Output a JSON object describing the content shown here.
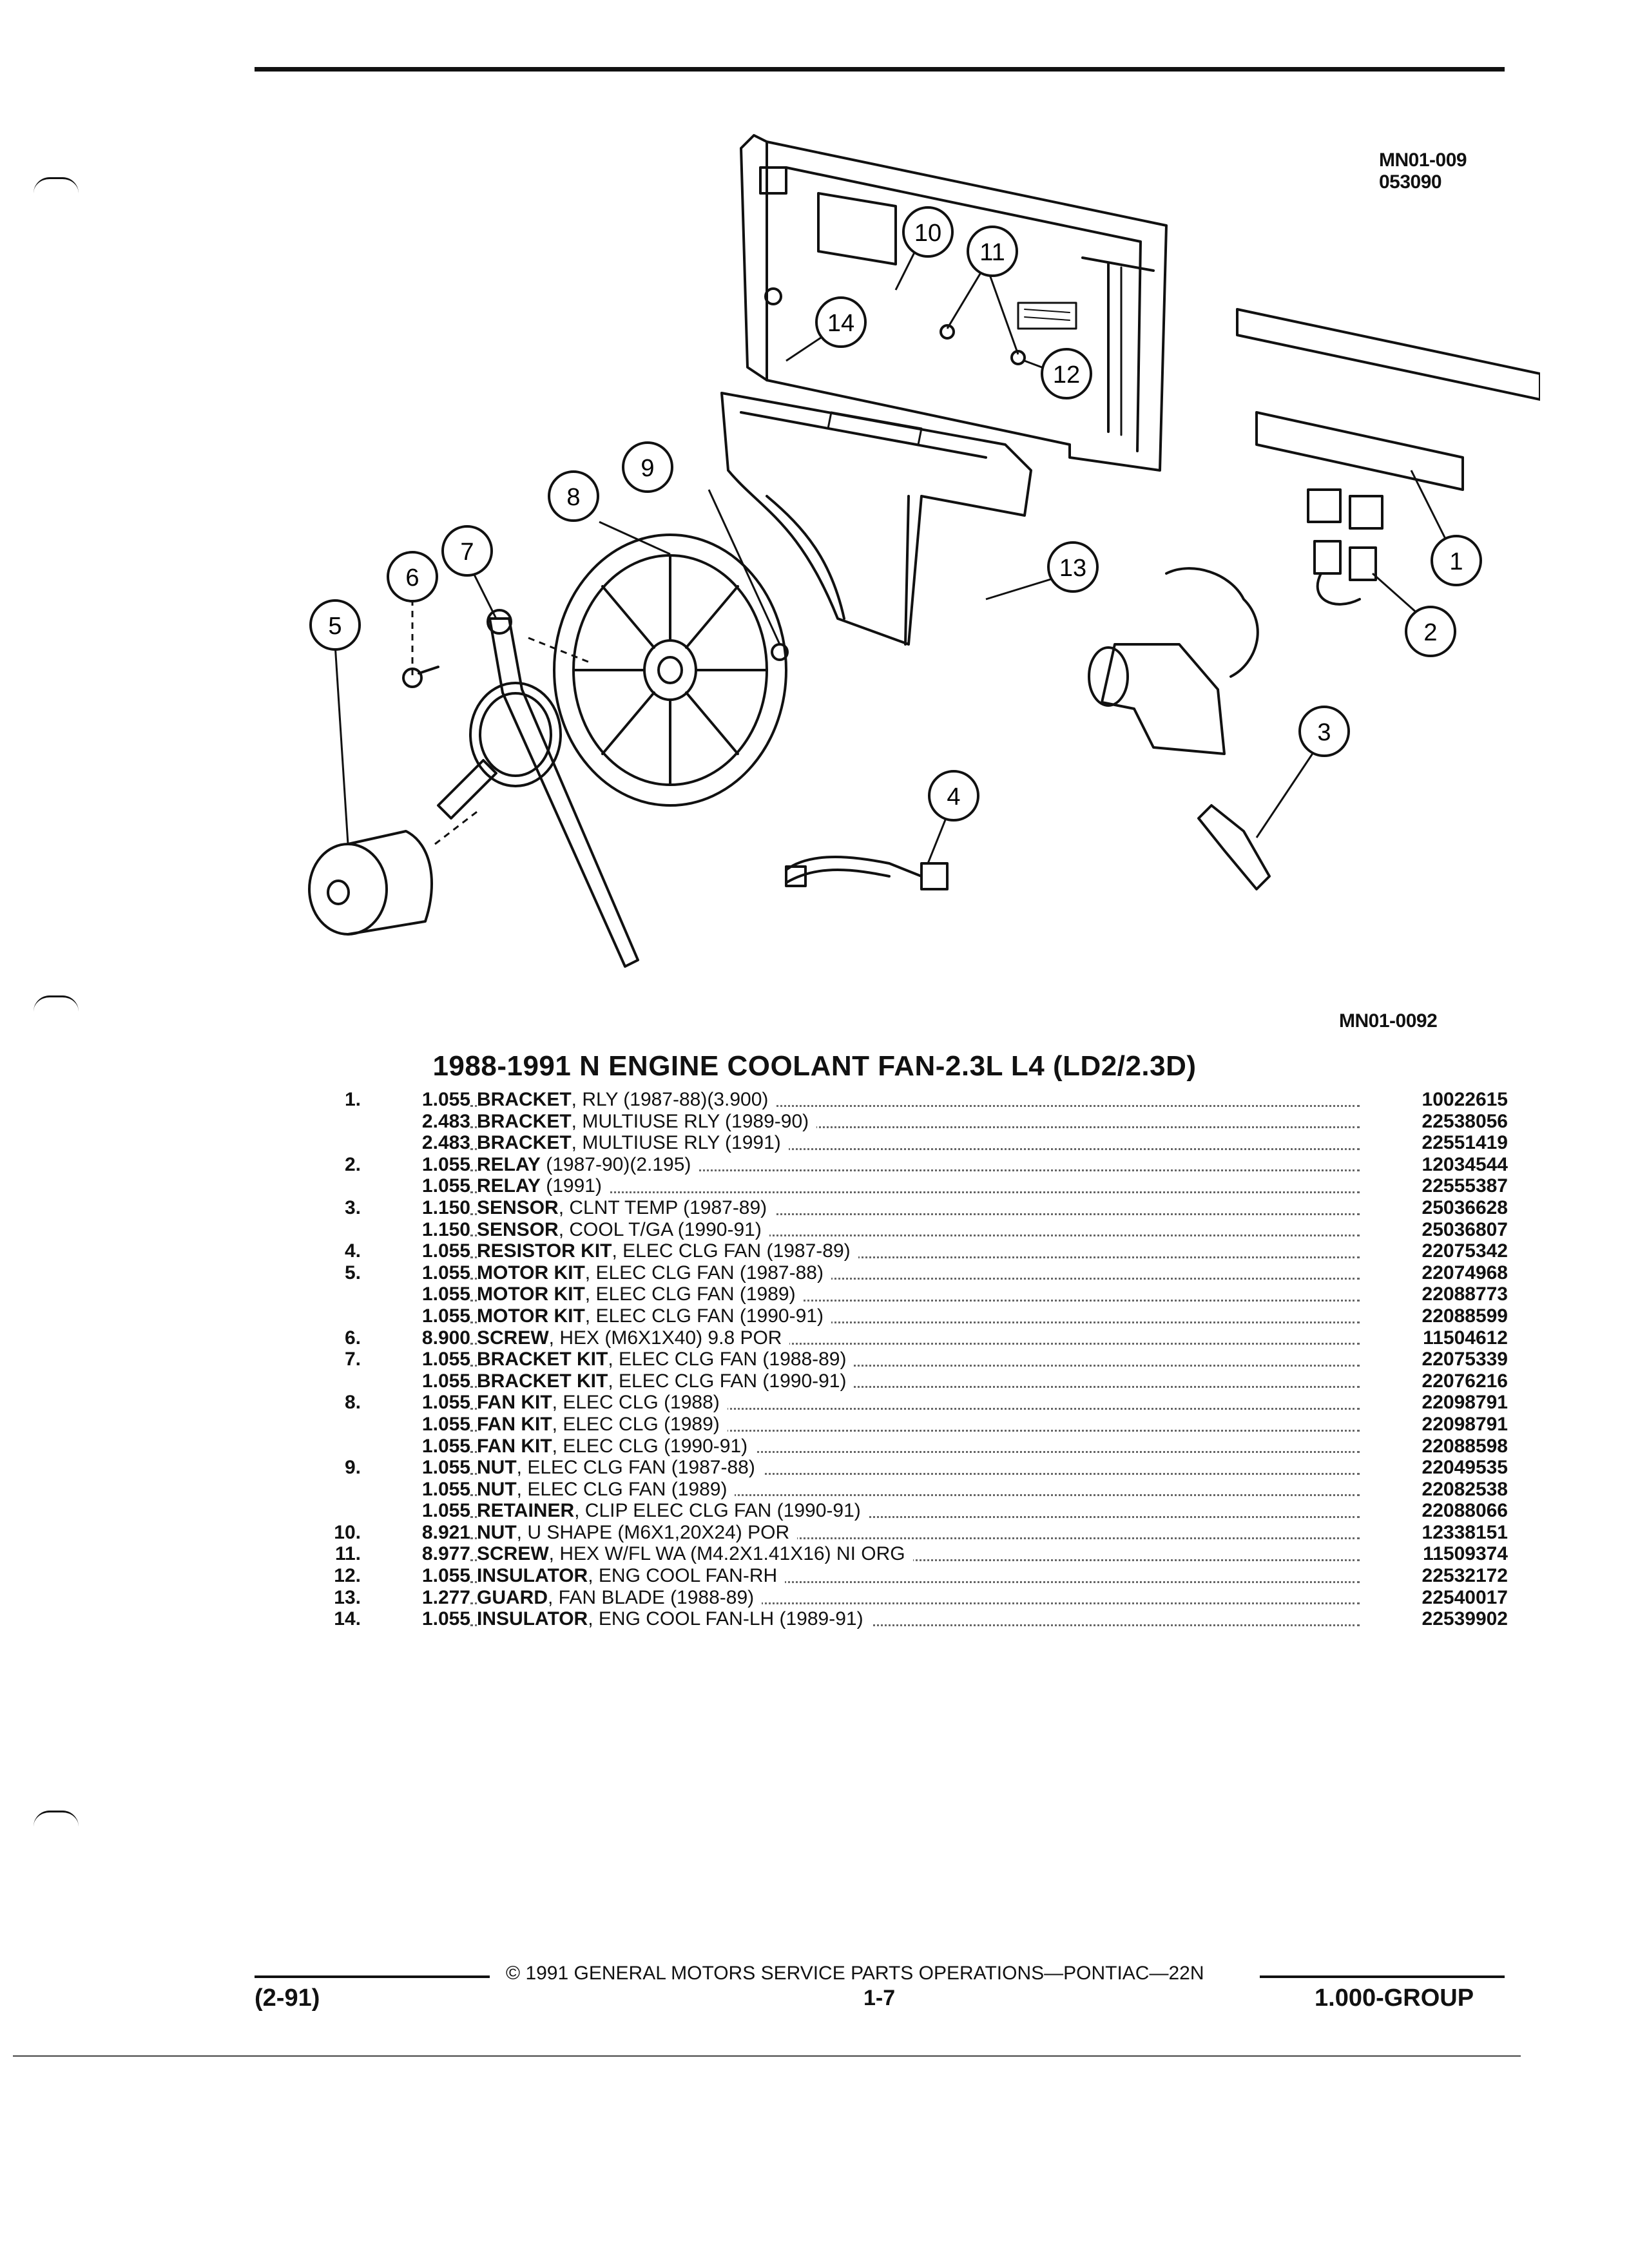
{
  "figure_ids": {
    "top_right": [
      "MN01-009",
      "053090"
    ],
    "bottom_right": "MN01-0092"
  },
  "callouts": [
    "1",
    "2",
    "3",
    "4",
    "5",
    "6",
    "7",
    "8",
    "9",
    "10",
    "11",
    "12",
    "13",
    "14"
  ],
  "title": "1988-1991 N ENGINE COOLANT FAN-2.3L L4 (LD2/2.3D)",
  "parts": [
    {
      "num": "1.",
      "qty": "1.055",
      "name": "BRACKET",
      "detail": ", RLY (1987-88)(3.900)",
      "pn": "10022615"
    },
    {
      "num": "",
      "qty": "2.483",
      "name": "BRACKET",
      "detail": ", MULTIUSE RLY (1989-90)",
      "pn": "22538056"
    },
    {
      "num": "",
      "qty": "2.483",
      "name": "BRACKET",
      "detail": ", MULTIUSE RLY (1991)",
      "pn": "22551419"
    },
    {
      "num": "2.",
      "qty": "1.055",
      "name": "RELAY",
      "detail": " (1987-90)(2.195)",
      "pn": "12034544"
    },
    {
      "num": "",
      "qty": "1.055",
      "name": "RELAY",
      "detail": " (1991)",
      "pn": "22555387"
    },
    {
      "num": "3.",
      "qty": "1.150",
      "name": "SENSOR",
      "detail": ", CLNT TEMP (1987-89)",
      "pn": "25036628"
    },
    {
      "num": "",
      "qty": "1.150",
      "name": "SENSOR",
      "detail": ", COOL T/GA (1990-91)",
      "pn": "25036807"
    },
    {
      "num": "4.",
      "qty": "1.055",
      "name": "RESISTOR KIT",
      "detail": ", ELEC CLG FAN (1987-89)",
      "pn": "22075342"
    },
    {
      "num": "5.",
      "qty": "1.055",
      "name": "MOTOR KIT",
      "detail": ", ELEC CLG FAN (1987-88)",
      "pn": "22074968"
    },
    {
      "num": "",
      "qty": "1.055",
      "name": "MOTOR KIT",
      "detail": ", ELEC CLG FAN (1989)",
      "pn": "22088773"
    },
    {
      "num": "",
      "qty": "1.055",
      "name": "MOTOR KIT",
      "detail": ", ELEC CLG FAN (1990-91)",
      "pn": "22088599"
    },
    {
      "num": "6.",
      "qty": "8.900",
      "name": "SCREW",
      "detail": ", HEX (M6X1X40) 9.8 POR",
      "pn": "11504612"
    },
    {
      "num": "7.",
      "qty": "1.055",
      "name": "BRACKET KIT",
      "detail": ", ELEC CLG FAN (1988-89)",
      "pn": "22075339"
    },
    {
      "num": "",
      "qty": "1.055",
      "name": "BRACKET KIT",
      "detail": ", ELEC CLG FAN (1990-91)",
      "pn": "22076216"
    },
    {
      "num": "8.",
      "qty": "1.055",
      "name": "FAN KIT",
      "detail": ", ELEC CLG (1988)",
      "pn": "22098791"
    },
    {
      "num": "",
      "qty": "1.055",
      "name": "FAN KIT",
      "detail": ", ELEC CLG (1989)",
      "pn": "22098791"
    },
    {
      "num": "",
      "qty": "1.055",
      "name": "FAN KIT",
      "detail": ", ELEC CLG (1990-91)",
      "pn": "22088598"
    },
    {
      "num": "9.",
      "qty": "1.055",
      "name": "NUT",
      "detail": ", ELEC CLG FAN (1987-88)",
      "pn": "22049535"
    },
    {
      "num": "",
      "qty": "1.055",
      "name": "NUT",
      "detail": ", ELEC CLG FAN (1989)",
      "pn": "22082538"
    },
    {
      "num": "",
      "qty": "1.055",
      "name": "RETAINER",
      "detail": ", CLIP ELEC CLG FAN (1990-91)",
      "pn": "22088066"
    },
    {
      "num": "10.",
      "qty": "8.921",
      "name": "NUT",
      "detail": ", U SHAPE (M6X1,20X24) POR",
      "pn": "12338151"
    },
    {
      "num": "11.",
      "qty": "8.977",
      "name": "SCREW",
      "detail": ", HEX W/FL WA (M4.2X1.41X16) NI ORG",
      "pn": "11509374"
    },
    {
      "num": "12.",
      "qty": "1.055",
      "name": "INSULATOR",
      "detail": ", ENG COOL FAN-RH",
      "pn": "22532172"
    },
    {
      "num": "13.",
      "qty": "1.277",
      "name": "GUARD",
      "detail": ", FAN BLADE (1988-89)",
      "pn": "22540017"
    },
    {
      "num": "14.",
      "qty": "1.055",
      "name": "INSULATOR",
      "detail": ", ENG COOL FAN-LH (1989-91)",
      "pn": "22539902"
    }
  ],
  "footer": {
    "copyright": "© 1991 GENERAL MOTORS SERVICE PARTS OPERATIONS—PONTIAC—22N",
    "date": "(2-91)",
    "page": "1-7",
    "group": "1.000-GROUP"
  }
}
